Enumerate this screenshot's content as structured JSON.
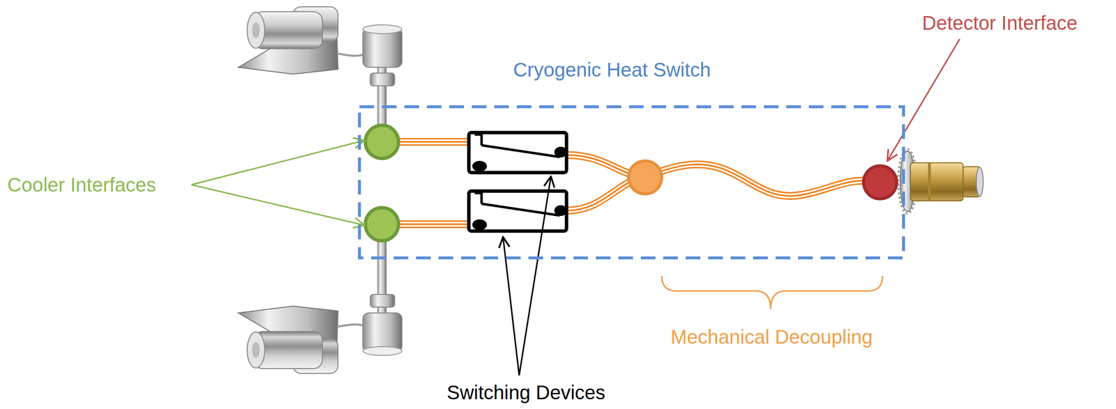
{
  "diagram": {
    "nodes": [
      {
        "text": [
          "Cryogenic Heat Switch"
        ]
      }
    ],
    "edges": [],
    "labels": [
      "Detector Interface",
      "Cooler Interfaces",
      "Mechanical Decoupling",
      "Switching Devices"
    ]
  }
}
